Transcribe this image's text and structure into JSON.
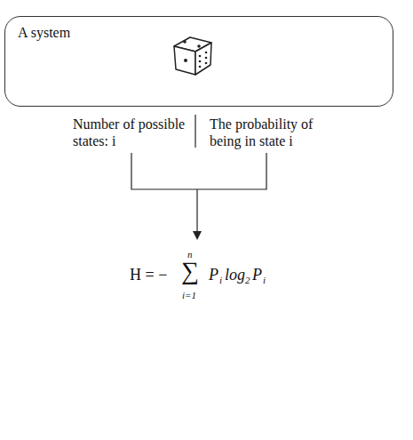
{
  "diagram": {
    "nodes": [
      {
        "text": [
          "A system"
        ]
      }
    ],
    "labels": [
      "Number of possible states: i",
      "The probability of being in state i",
      "H = −",
      "∑",
      "n",
      "i=1",
      "P",
      "i",
      "log",
      "2",
      "P",
      "i"
    ]
  }
}
